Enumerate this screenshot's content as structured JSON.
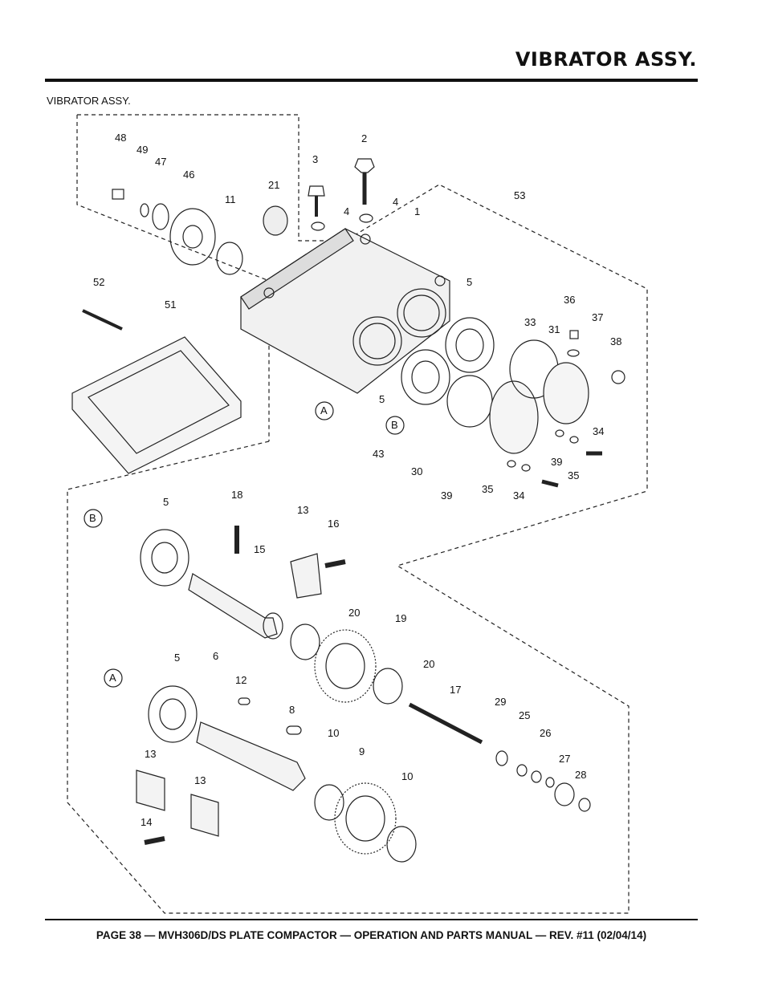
{
  "header": {
    "title": "VIBRATOR ASSY."
  },
  "section": {
    "label": "VIBRATOR ASSY."
  },
  "diagram": {
    "callouts": [
      "48",
      "49",
      "47",
      "46",
      "11",
      "21",
      "3",
      "2",
      "4",
      "4",
      "1",
      "53",
      "52",
      "51",
      "5",
      "36",
      "37",
      "33",
      "31",
      "38",
      "5",
      "43",
      "30",
      "39",
      "35",
      "34",
      "39",
      "35",
      "34",
      "A",
      "B",
      "5",
      "18",
      "13",
      "16",
      "15",
      "20",
      "19",
      "20",
      "17",
      "A",
      "5",
      "6",
      "12",
      "8",
      "10",
      "9",
      "10",
      "29",
      "25",
      "26",
      "27",
      "28",
      "13",
      "13",
      "14",
      "B"
    ]
  },
  "footer": {
    "text": "PAGE 38 — MVH306D/DS PLATE COMPACTOR — OPERATION AND PARTS MANUAL — REV. #11 (02/04/14)"
  }
}
